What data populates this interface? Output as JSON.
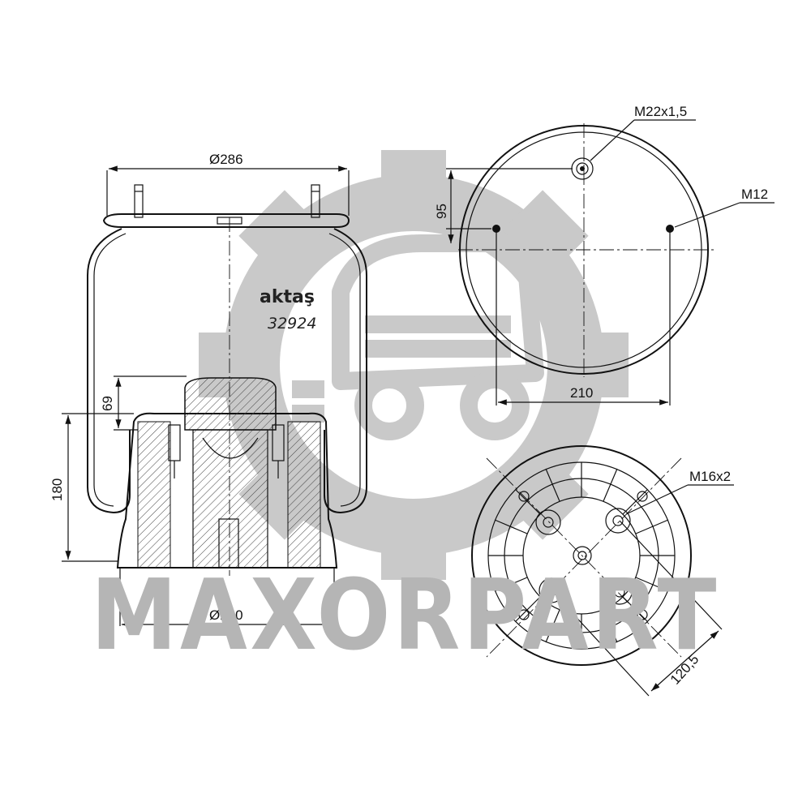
{
  "watermark": {
    "text": "MAXORPART",
    "color": "#b5b5b5"
  },
  "label": {
    "brand": "aktaş",
    "code": "32924"
  },
  "dimensions": {
    "top_diameter": "Ø286",
    "bottom_diameter": "Ø260",
    "height_piston": "69",
    "height_total": "180",
    "stud_offset": "95",
    "stud_spacing": "210",
    "bolt_circle": "120,5"
  },
  "callouts": {
    "air_fitting": "M22x1,5",
    "top_stud": "M12",
    "bottom_bolt": "M16x2"
  }
}
